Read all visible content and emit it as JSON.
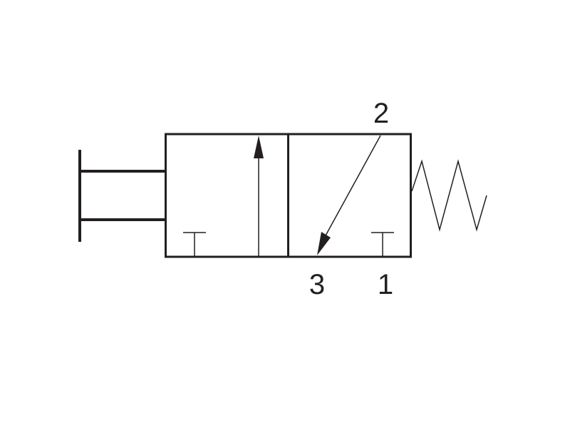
{
  "diagram": {
    "type": "3/2 directional control valve symbol",
    "actuator": "push-button",
    "return": "spring",
    "stroke_color": "#231f20",
    "background_color": "#ffffff",
    "ports": {
      "port_2": "2",
      "port_3": "3",
      "port_1": "1"
    }
  }
}
